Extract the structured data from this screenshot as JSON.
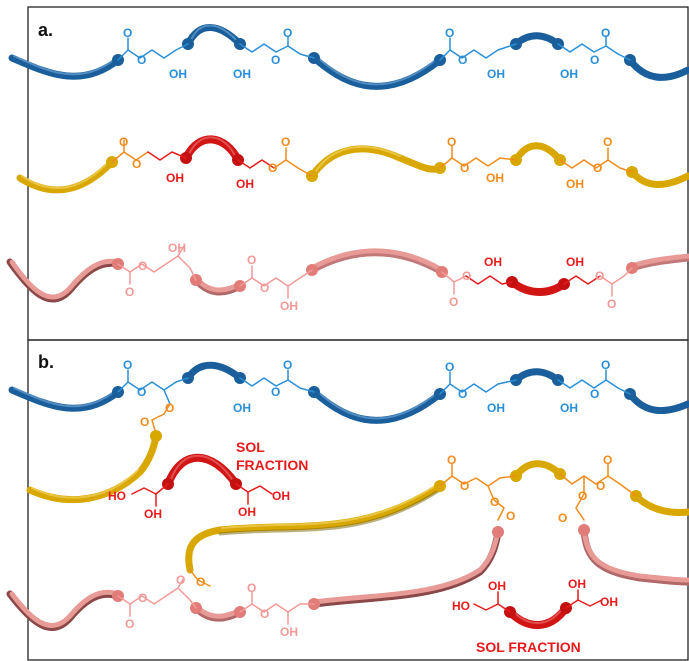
{
  "panels": {
    "a": {
      "label": "a."
    },
    "b": {
      "label": "b."
    }
  },
  "labels": {
    "oh": "OH",
    "ho": "HO",
    "o": "O",
    "sol_line1": "SOL",
    "sol_line2": "FRACTION",
    "sol_full": "SOL FRACTION"
  },
  "colors": {
    "blue_tube": "#1a5f9c",
    "blue_chem": "#2a8fd6",
    "gold_tube": "#d9a800",
    "gold_chem": "#f08c1c",
    "pink_tube": "#e89a96",
    "pink_dark": "#8a4848",
    "pink_chem": "#f19a98",
    "red_tube": "#d11515",
    "red_chem": "#e61c1c"
  }
}
